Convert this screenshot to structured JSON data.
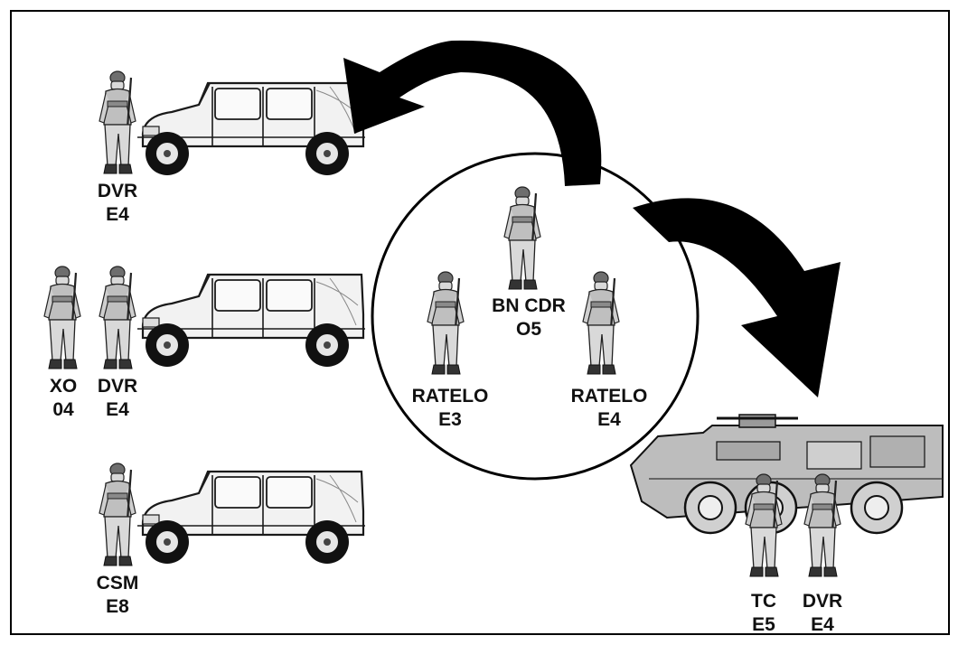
{
  "labels": {
    "dvr_top_role": "DVR",
    "dvr_top_rank": "E4",
    "xo_role": "XO",
    "xo_rank": "04",
    "dvr_mid_role": "DVR",
    "dvr_mid_rank": "E4",
    "csm_role": "CSM",
    "csm_rank": "E8",
    "bn_cdr_role": "BN CDR",
    "bn_cdr_rank": "O5",
    "ratelo_left_role": "RATELO",
    "ratelo_left_rank": "E3",
    "ratelo_right_role": "RATELO",
    "ratelo_right_rank": "E4",
    "tc_role": "TC",
    "tc_rank": "E5",
    "dvr_stryker_role": "DVR",
    "dvr_stryker_rank": "E4"
  },
  "colors": {
    "border": "#000000",
    "arrow": "#000000",
    "vehicle_fill": "#f2f2f2",
    "vehicle_stroke": "#1a1a1a",
    "soldier_fill": "#d9d9d9",
    "stryker_fill": "#bdbdbd"
  },
  "icons": [
    "soldier-icon",
    "humvee-icon",
    "stryker-icon",
    "curved-arrow-icon"
  ]
}
